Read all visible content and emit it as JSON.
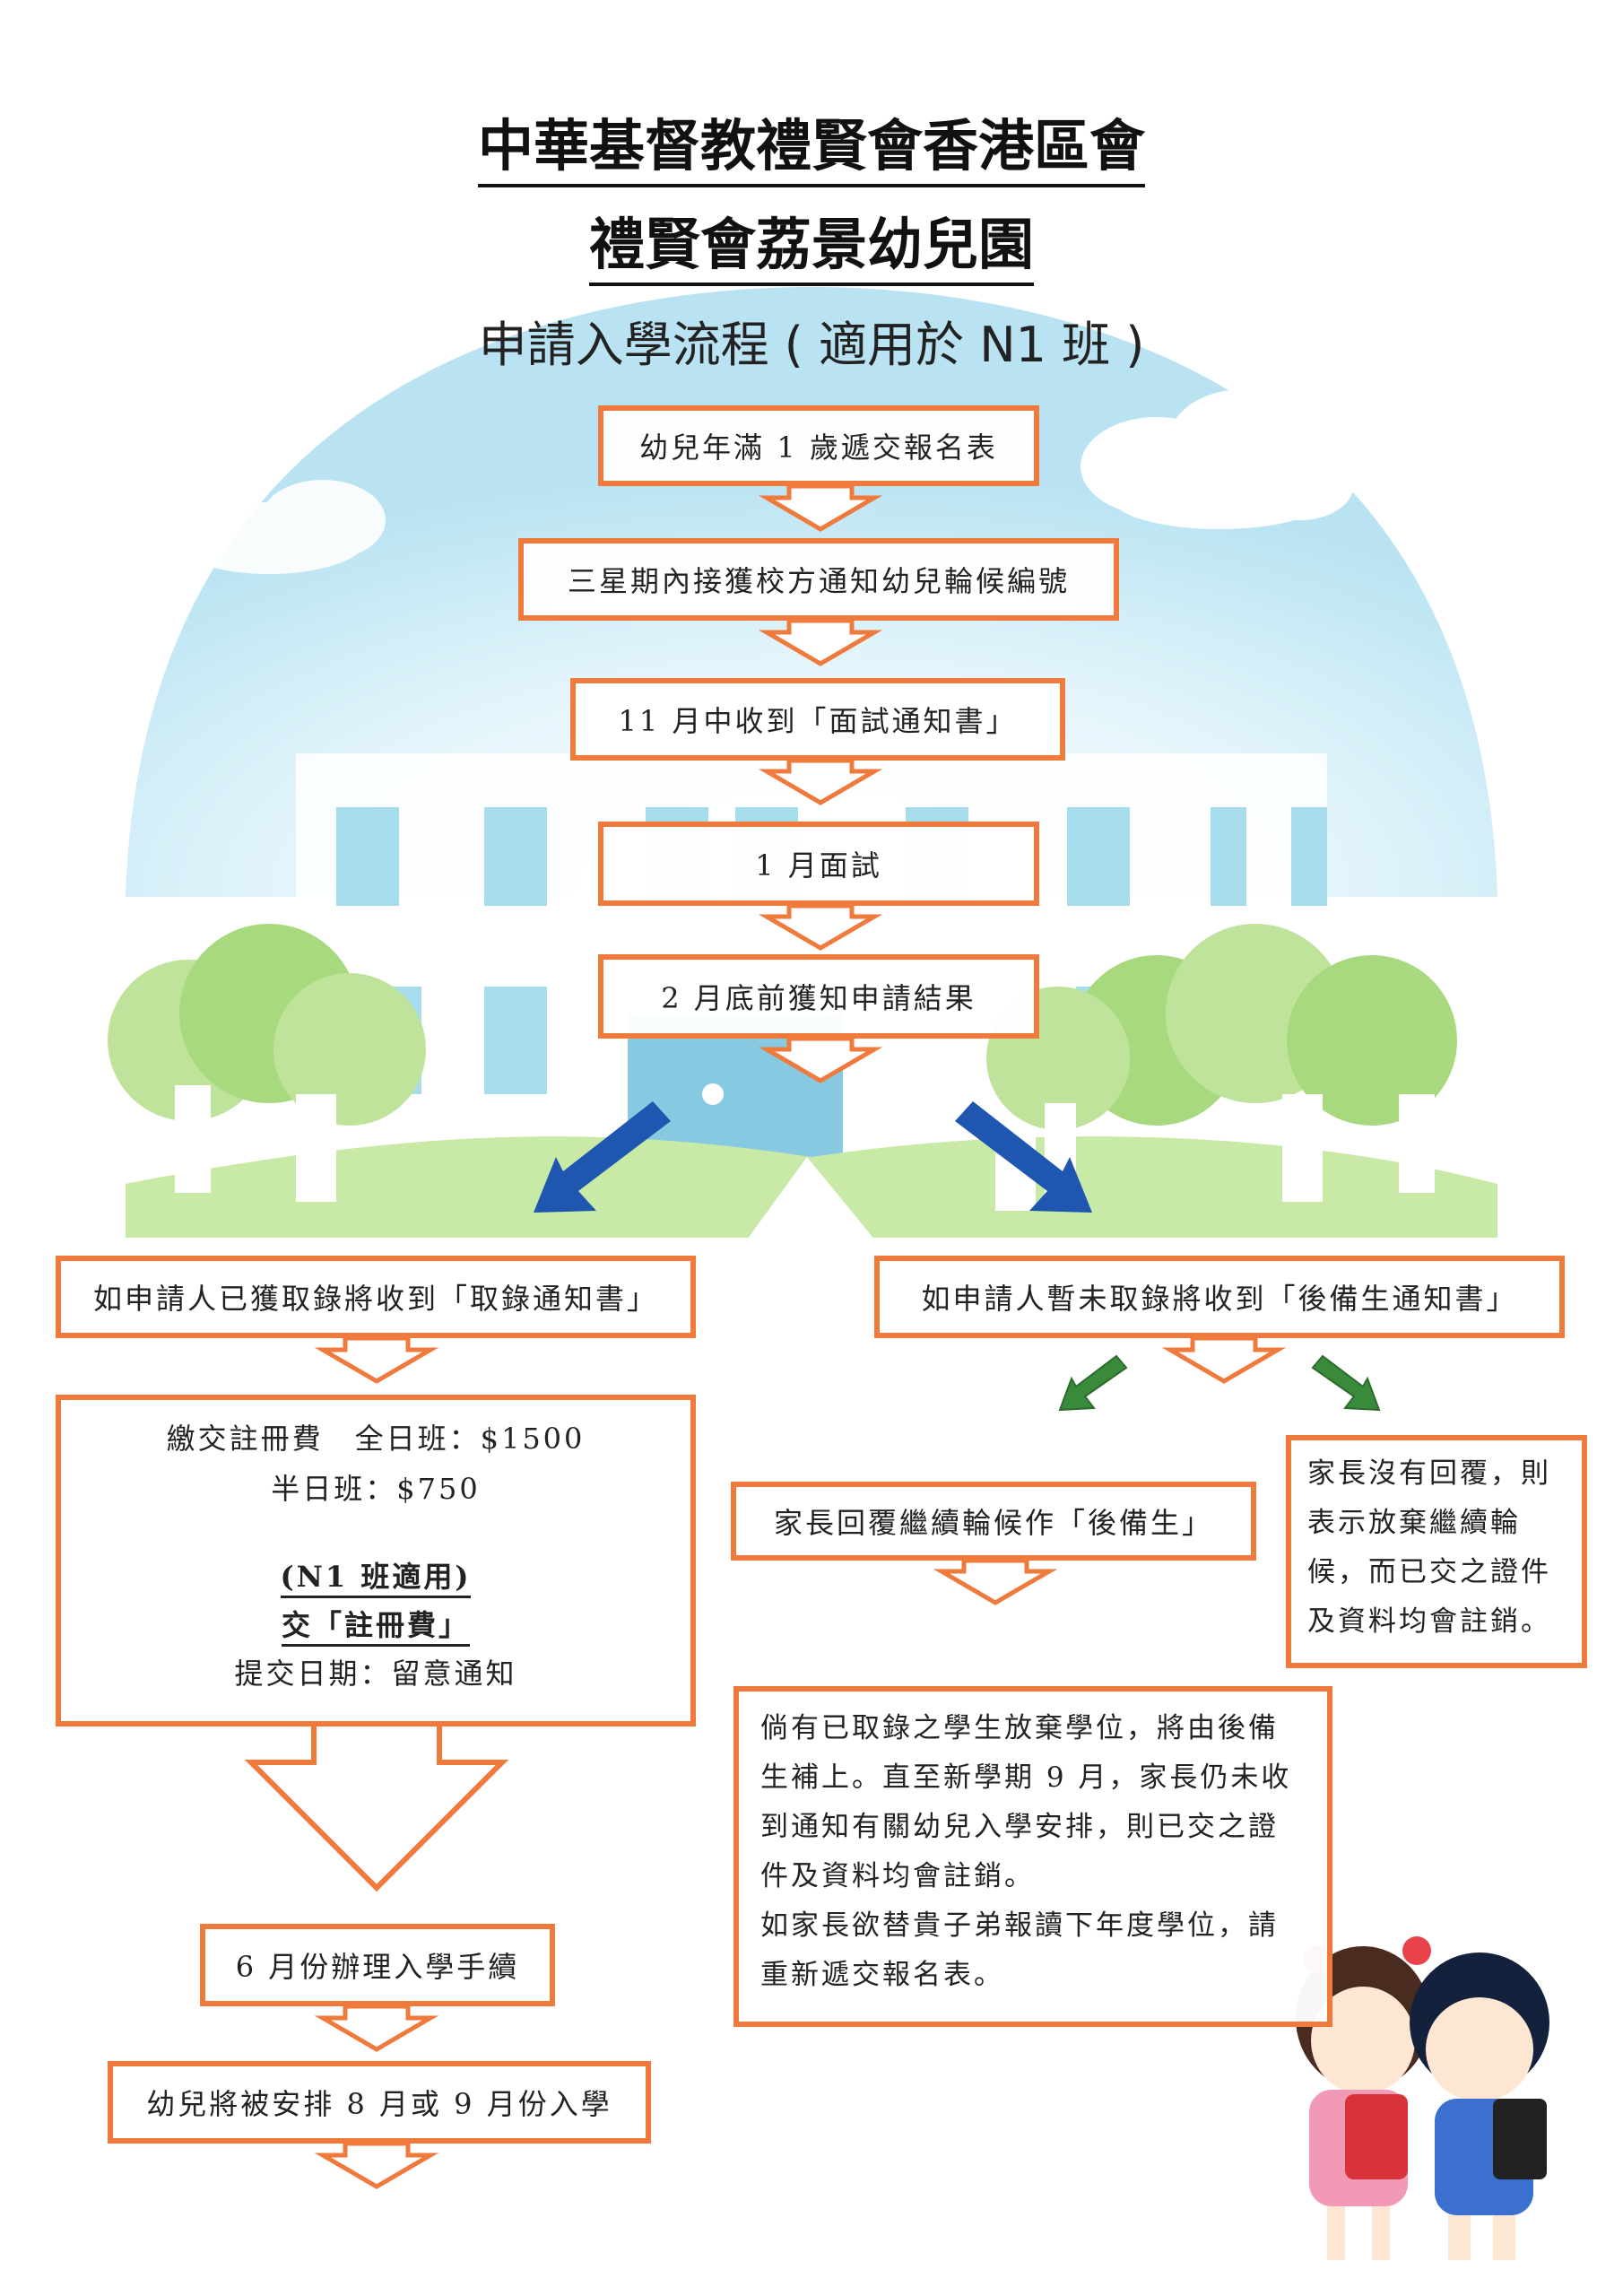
{
  "header": {
    "org_title": "中華基督教禮賢會香港區會",
    "school_title": "禮賢會荔景幼兒園",
    "subtitle": "申請入學流程 ( 適用於 N1 班 )"
  },
  "flow": {
    "step1": "幼兒年滿 1 歲遞交報名表",
    "step2": "三星期內接獲校方通知幼兒輪候編號",
    "step3": "11 月中收到「面試通知書」",
    "step4": "1 月面試",
    "step5": "2 月底前獲知申請結果",
    "admitted": "如申請人已獲取錄將收到「取錄通知書」",
    "waitlisted": "如申請人暫未取錄將收到「後備生通知書」",
    "fee": {
      "line1": "繳交註冊費　全日班：$1500",
      "line2": "半日班：$750",
      "line3": "(N1 班適用)",
      "line4": "交「註冊費」",
      "line5": "提交日期：留意通知"
    },
    "enrol_procedure": "6 月份辦理入學手續",
    "enrol_month": "幼兒將被安排 8 月或 9 月份入學",
    "reply_continue": "家長回覆繼續輪候作「後備生」",
    "no_reply": [
      "家長沒有回覆，則",
      "表示放棄繼續輪",
      "候，而已交之證件",
      "及資料均會註銷。"
    ],
    "waitlist_note": [
      "倘有已取錄之學生放棄學位，將由後備",
      "生補上。直至新學期 9 月，家長仍未收",
      "到通知有關幼兒入學安排，則已交之證",
      "件及資料均會註銷。",
      "如家長欲替貴子弟報讀下年度學位，請",
      "重新遞交報名表。"
    ]
  },
  "colors": {
    "box_border": "#f07a3c",
    "blue_arrow": "#1f56b0",
    "green_arrow": "#3a8a3c",
    "sky": "#c9ecf6",
    "grass": "#bfe39a"
  },
  "icons": [
    "cloud-icon",
    "tree-icon",
    "school-building-illustration",
    "children-illustration"
  ]
}
